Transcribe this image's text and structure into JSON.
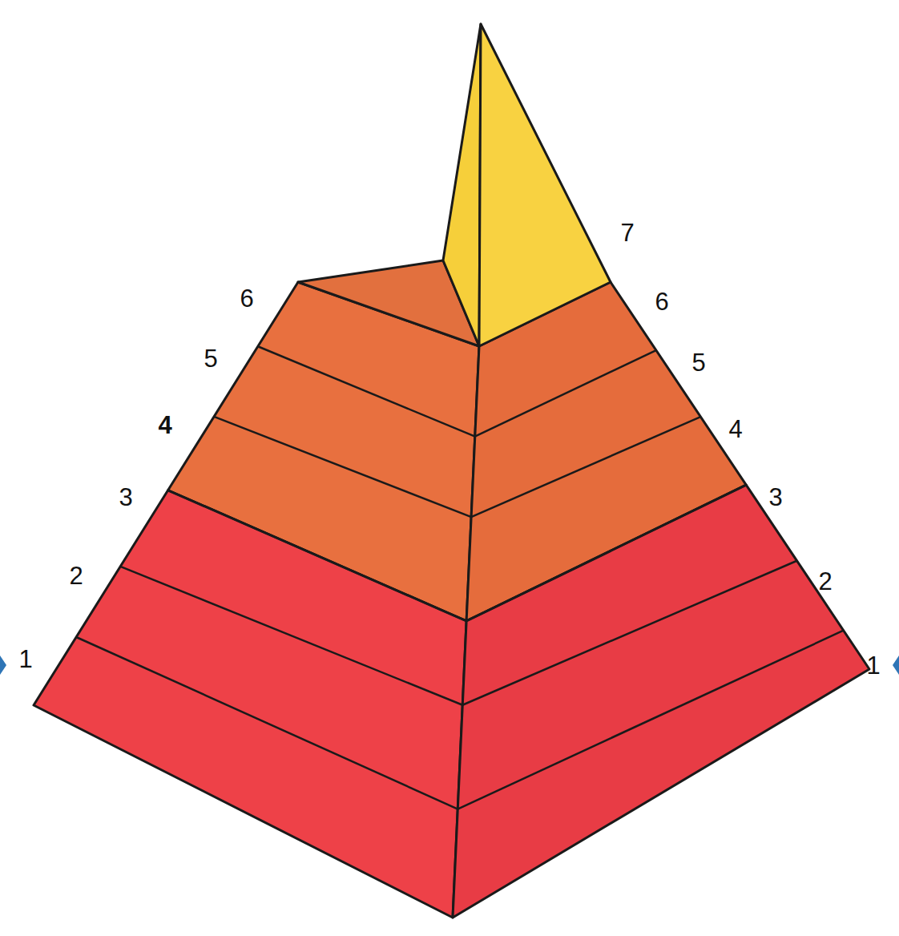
{
  "diagram": {
    "labels": [
      "7",
      "6",
      "6",
      "5",
      "5",
      "4",
      "4",
      "3",
      "3",
      "2",
      "2",
      "1",
      "1"
    ]
  }
}
